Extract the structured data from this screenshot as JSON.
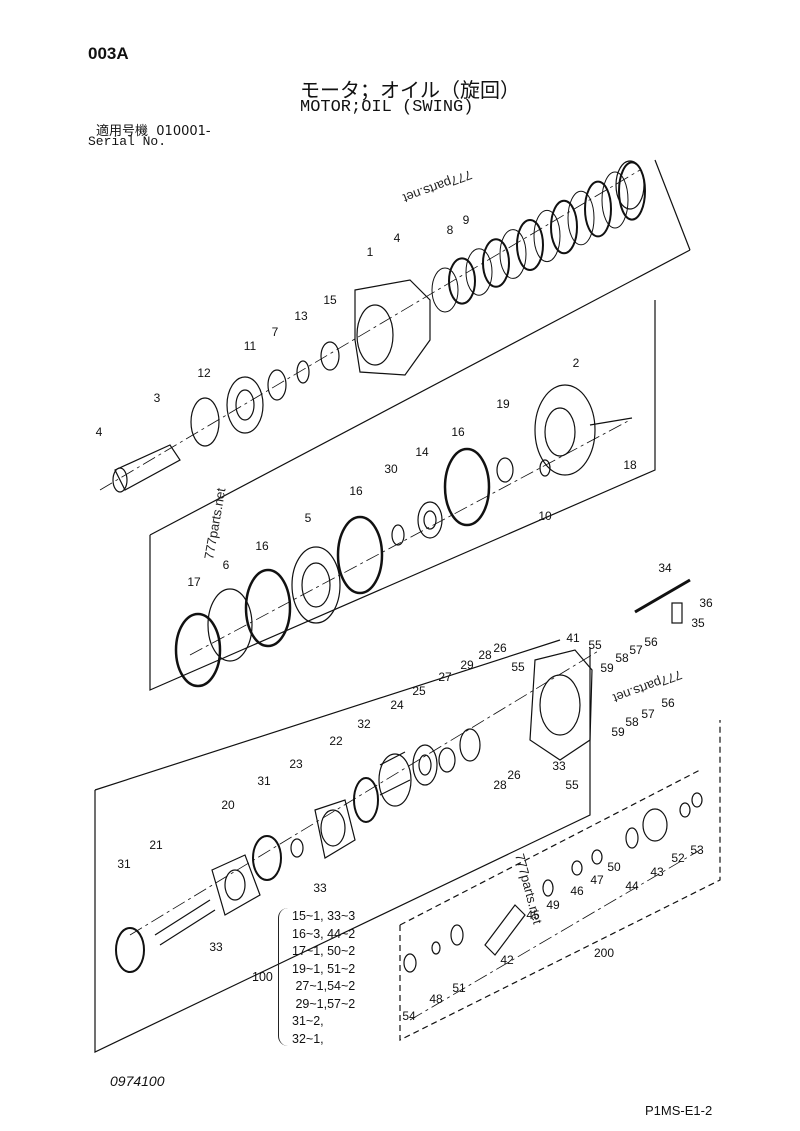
{
  "header": {
    "page_code": "003A",
    "title_jp": "モータ；オイル（旋回）",
    "title_en": "MOTOR;OIL (SWING)",
    "serial_label_jp": "適用号機",
    "serial_value": "010001-",
    "serial_label_en": "Serial No."
  },
  "watermark": "777parts.net",
  "callouts": [
    "1",
    "4",
    "8",
    "9",
    "15",
    "13",
    "7",
    "11",
    "12",
    "3",
    "4",
    "2",
    "19",
    "18",
    "16",
    "14",
    "30",
    "10",
    "16",
    "5",
    "16",
    "6",
    "17",
    "34",
    "36",
    "35",
    "41",
    "55",
    "59",
    "58",
    "57",
    "56",
    "26",
    "28",
    "29",
    "55",
    "27",
    "25",
    "24",
    "32",
    "22",
    "23",
    "33",
    "26",
    "28",
    "55",
    "59",
    "58",
    "57",
    "56",
    "31",
    "20",
    "21",
    "31",
    "33",
    "33",
    "53",
    "52",
    "43",
    "50",
    "44",
    "47",
    "46",
    "49",
    "45",
    "42",
    "200",
    "51",
    "48",
    "54"
  ],
  "kit": {
    "number": "100",
    "items": [
      "15~1, 33~3",
      "16~3, 44~2",
      "17~1, 50~2",
      "19~1, 51~2",
      " 27~1,54~2",
      " 29~1,57~2",
      "31~2,",
      "32~1,"
    ]
  },
  "footer": {
    "drawing_no": "0974100",
    "sheet_id": "P1MS-E1-2"
  }
}
